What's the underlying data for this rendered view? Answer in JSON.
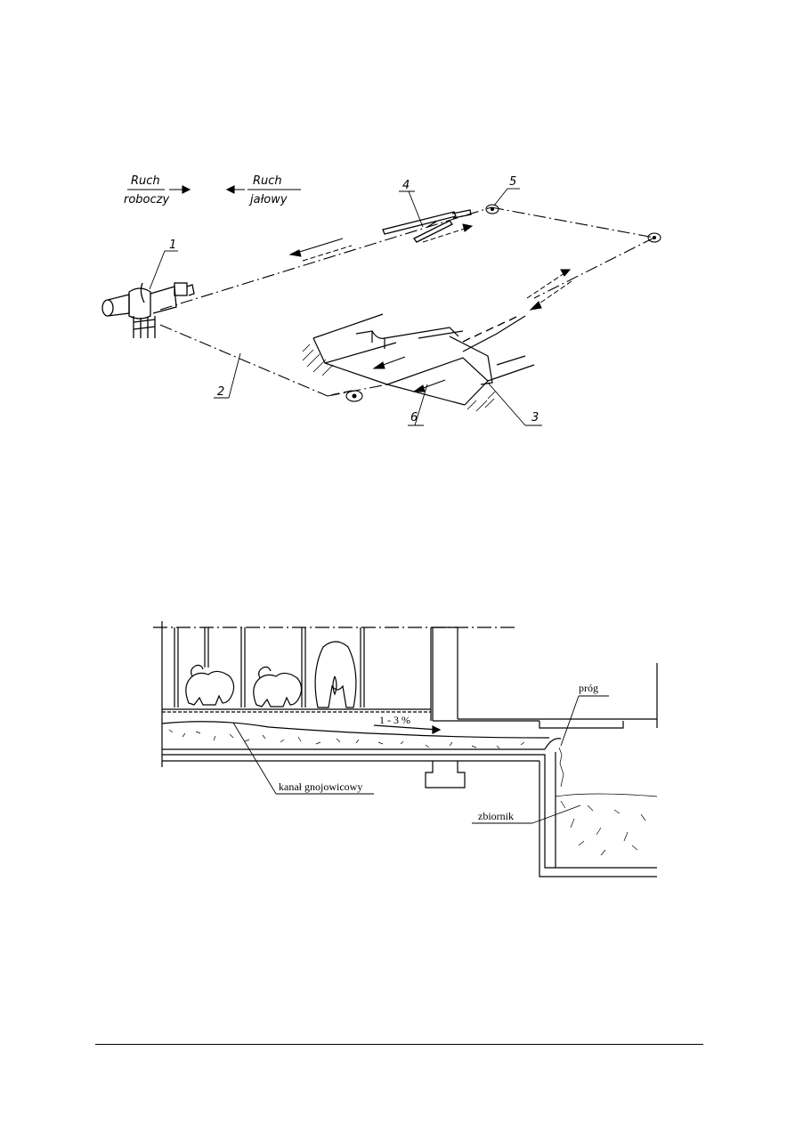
{
  "figure1": {
    "legend": {
      "working_motion": [
        "Ruch",
        "roboczy"
      ],
      "idle_motion": [
        "Ruch",
        "jałowy"
      ]
    },
    "callouts": [
      "1",
      "2",
      "3",
      "4",
      "5",
      "6"
    ]
  },
  "figure2": {
    "labels": {
      "threshold": "próg",
      "slope": "1 - 3 %",
      "channel": "kanał gnojowicowy",
      "tank": "zbiornik"
    }
  }
}
